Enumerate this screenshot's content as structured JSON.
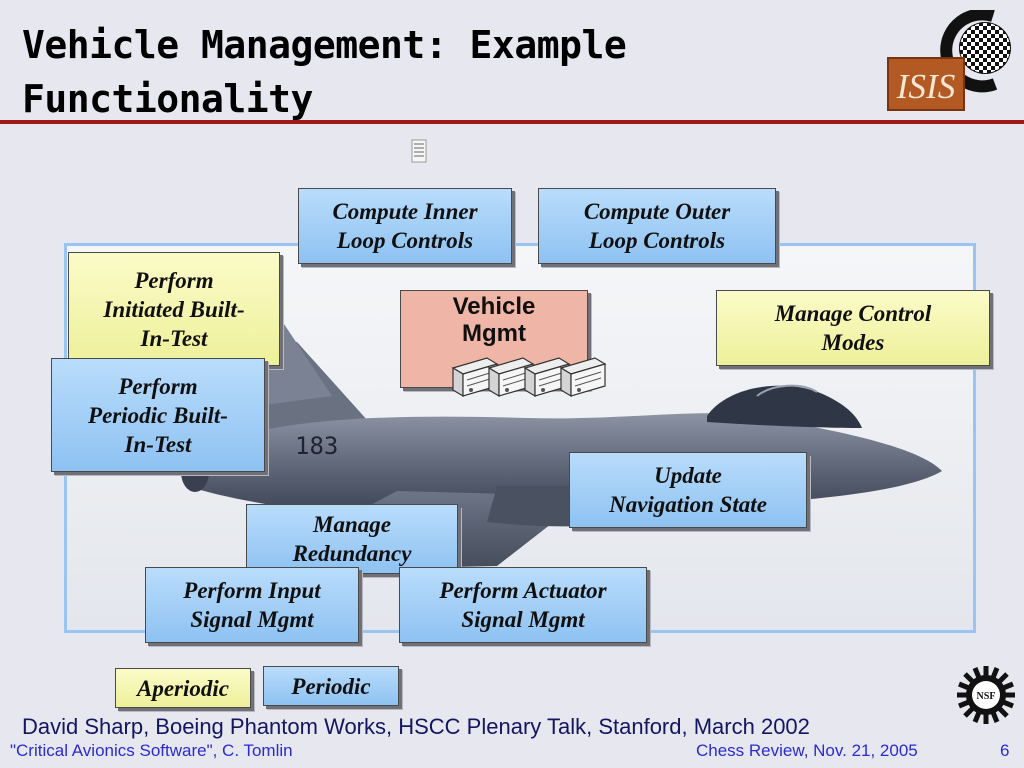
{
  "slide": {
    "title_line1": "Vehicle Management:  Example",
    "title_line2": "Functionality"
  },
  "boxes": {
    "compute_inner": [
      "Compute Inner",
      "Loop Controls"
    ],
    "compute_outer": [
      "Compute Outer",
      "Loop Controls"
    ],
    "initiated_bit": [
      "Perform",
      "Initiated Built-",
      "In-Test"
    ],
    "vehicle_mgmt": [
      "Vehicle",
      "Mgmt"
    ],
    "control_modes": [
      "Manage Control",
      "Modes"
    ],
    "periodic_bit": [
      "Perform",
      "Periodic Built-",
      "In-Test"
    ],
    "nav_state": [
      "Update",
      "Navigation State"
    ],
    "redundancy": [
      "Manage",
      "Redundancy"
    ],
    "input_signal": [
      "Perform Input",
      "Signal Mgmt"
    ],
    "actuator_signal": [
      "Perform Actuator",
      "Signal Mgmt"
    ]
  },
  "legend": {
    "aperiodic": "Aperiodic",
    "periodic": "Periodic"
  },
  "aircraft": {
    "tail_number": "183"
  },
  "logos": {
    "isis_text": "ISIS",
    "nsf_text": "NSF"
  },
  "credit": "David Sharp, Boeing Phantom Works, HSCC Plenary Talk, Stanford, March 2002",
  "footer": {
    "left": "\"Critical Avionics Software\", C. Tomlin",
    "right": "Chess Review, Nov. 21, 2005",
    "page": "6"
  },
  "colors": {
    "rule": "#a01818",
    "blue_box": "#9ccaf5",
    "yellow_box": "#f2f3a8",
    "pink_box": "#efb5a6",
    "footer_text": "#2b2bd0",
    "frame_border": "#9ac4f2"
  }
}
